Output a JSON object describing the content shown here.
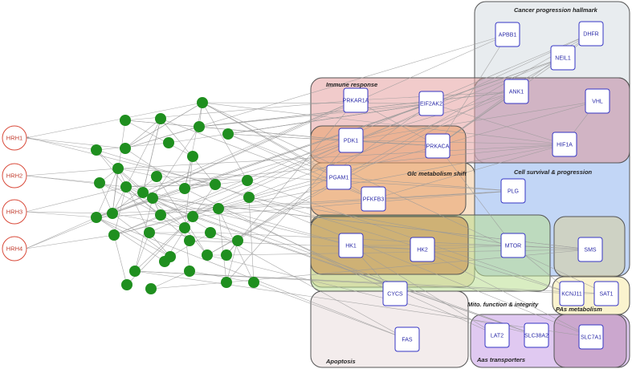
{
  "regions": [
    {
      "id": "cancer",
      "title": "Cancer progression hallmark",
      "color": "#d5dce2"
    },
    {
      "id": "survival",
      "title": "Cell survival & progression",
      "color": "#8fb4ee"
    },
    {
      "id": "immune",
      "title": "Immune response",
      "color": "#e6a0a0"
    },
    {
      "id": "glc",
      "title": "Glc metabolism shift",
      "color": "#e8a06a"
    },
    {
      "id": "glcbody",
      "title": "",
      "color": "#f2c89a"
    },
    {
      "id": "mito",
      "title": "Mito. function & integrity",
      "color": "#b9de90"
    },
    {
      "id": "apoptosis",
      "title": "Apoptosis",
      "color": "#e9dcdc"
    },
    {
      "id": "pas",
      "title": "PAs metabolism",
      "color": "#f6e9a6"
    },
    {
      "id": "aas",
      "title": "Aas transporters",
      "color": "#c79ce6"
    },
    {
      "id": "hkbox",
      "title": "",
      "color": "#c88a4a"
    },
    {
      "id": "pasbox",
      "title": "",
      "color": "#d9d09a"
    },
    {
      "id": "slcbox",
      "title": "",
      "color": "#b98ab0"
    }
  ],
  "genes": [
    {
      "id": "APBB1",
      "label": "APBB1"
    },
    {
      "id": "DHFR",
      "label": "DHFR"
    },
    {
      "id": "NEIL1",
      "label": "NEIL1"
    },
    {
      "id": "ANK1",
      "label": "ANK1"
    },
    {
      "id": "VHL",
      "label": "VHL"
    },
    {
      "id": "HIF1A",
      "label": "HIF1A"
    },
    {
      "id": "PRKAR1A",
      "label": "PRKAR1A"
    },
    {
      "id": "EIF2AK2",
      "label": "EIF2AK2"
    },
    {
      "id": "PDK1",
      "label": "PDK1"
    },
    {
      "id": "PRKACA",
      "label": "PRKACA"
    },
    {
      "id": "PGAM1",
      "label": "PGAM1"
    },
    {
      "id": "PFKFB3",
      "label": "PFKFB3"
    },
    {
      "id": "PLG",
      "label": "PLG"
    },
    {
      "id": "HK1",
      "label": "HK1"
    },
    {
      "id": "HK2",
      "label": "HK2"
    },
    {
      "id": "MTOR",
      "label": "MTOR"
    },
    {
      "id": "SMS",
      "label": "SMS"
    },
    {
      "id": "KCNJ11",
      "label": "KCNJ11"
    },
    {
      "id": "SAT1",
      "label": "SAT1"
    },
    {
      "id": "CYCS",
      "label": "CYCS"
    },
    {
      "id": "FAS",
      "label": "FAS"
    },
    {
      "id": "LAT2",
      "label": "LAT2"
    },
    {
      "id": "SLC38A2",
      "label": "SLC38A2"
    },
    {
      "id": "SLC7A1",
      "label": "SLC7A1"
    }
  ],
  "receptors": [
    {
      "id": "HRH1",
      "label": "HRH1"
    },
    {
      "id": "HRH2",
      "label": "HRH2"
    },
    {
      "id": "HRH3",
      "label": "HRH3"
    },
    {
      "id": "HRH4",
      "label": "HRH4"
    }
  ],
  "colors": {
    "receptor_stroke": "#d94a3a",
    "receptor_text": "#c0392b",
    "gene_stroke": "#3535c4",
    "gene_text": "#2b2ba8",
    "ligand_node": "#1f8f1f",
    "edge": "#9a9a9a"
  },
  "icons": {
    "ligand_node": "green-circle",
    "edge_arrow": "arrowhead"
  }
}
